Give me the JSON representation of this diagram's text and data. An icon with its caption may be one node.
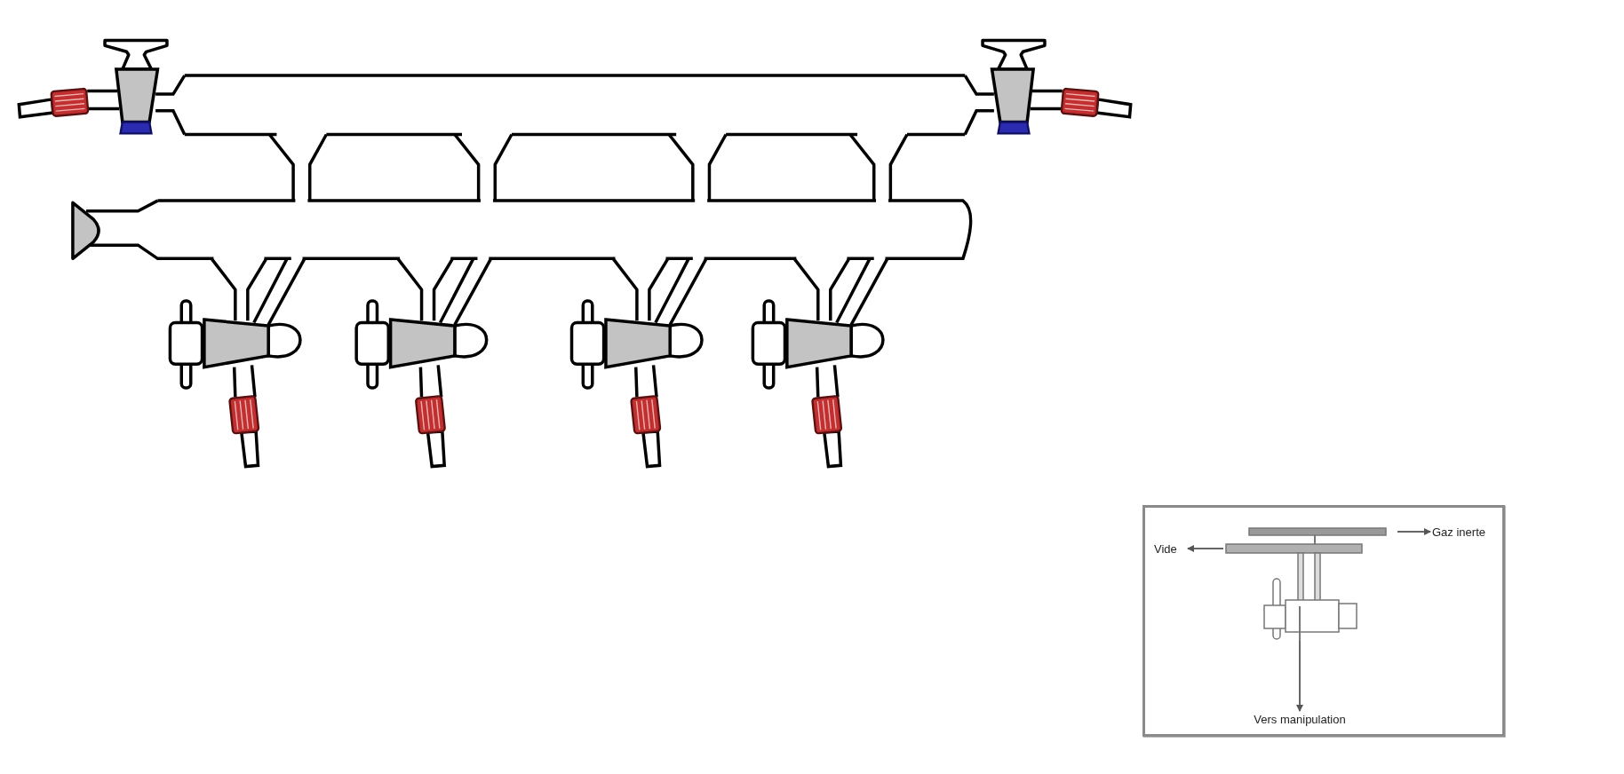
{
  "diagram": {
    "nodes": [
      {
        "text": [],
        "shape": "box"
      },
      {
        "text": [],
        "shape": "picture",
        "in": 0
      },
      {
        "text": [
          "Vide"
        ],
        "in": 0
      },
      {
        "text": [
          "Gaz inerte"
        ],
        "in": 0
      },
      {
        "text": [
          "Vers manipulation"
        ],
        "in": 0
      }
    ],
    "edges": [
      {
        "from": 1,
        "to": 2,
        "arrow": "to"
      },
      {
        "from": 1,
        "to": 3,
        "arrow": "to"
      },
      {
        "from": 1,
        "to": 4,
        "arrow": "to"
      }
    ]
  }
}
